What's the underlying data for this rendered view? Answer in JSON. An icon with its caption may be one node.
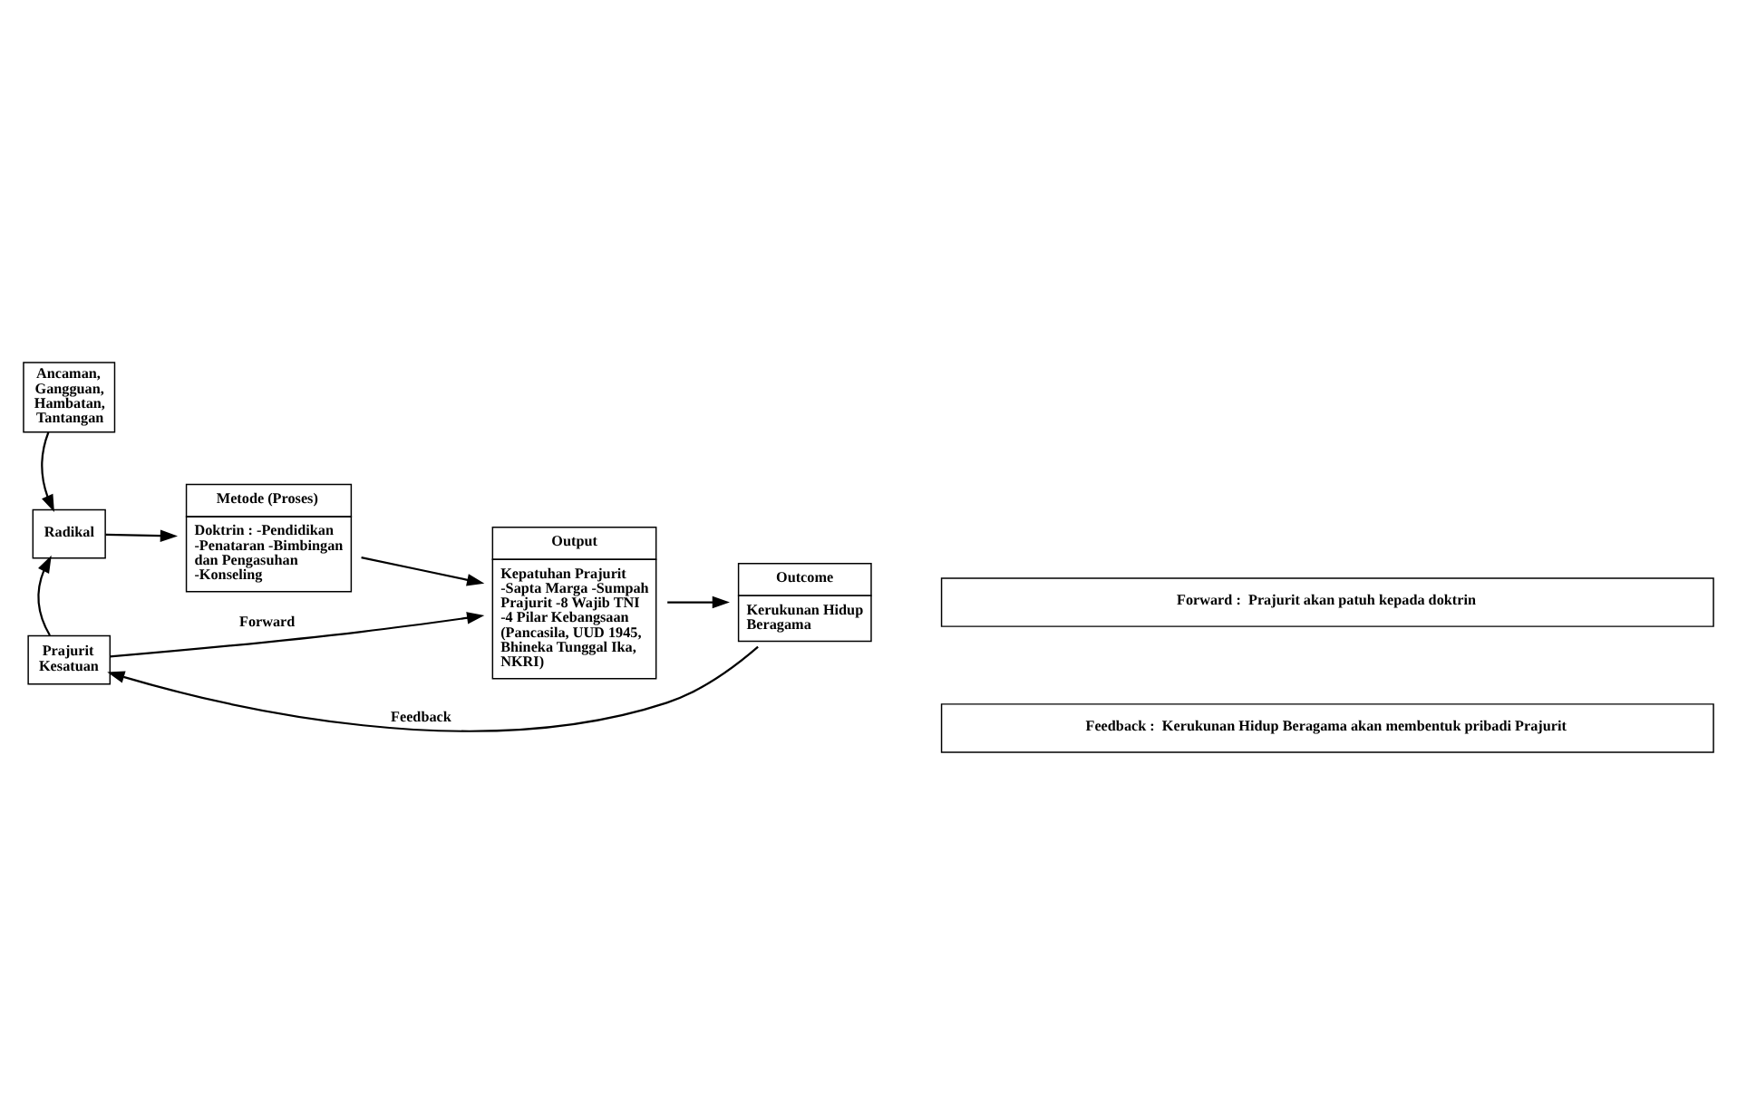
{
  "diagram": {
    "nodes": [
      {
        "text": [
          "Ancaman, Gangguan, Hambatan, Tantangan"
        ]
      },
      {
        "text": [
          "Radikal"
        ]
      },
      {
        "text": [
          "Prajurit Kesatuan"
        ]
      },
      {
        "text": [
          "Metode (Proses)",
          "Doktrin : -Pendidikan -Penataran -Bimbingan dan Pengasuhan -Konseling"
        ]
      },
      {
        "text": [
          "Output",
          "Kepatuhan Prajurit -Sapta Marga -Sumpah Prajurit -8 Wajib TNI -4 Pilar Kebangsaan (Pancasila, UUD 1945, Bhineka Tunggal Ika, NKRI)"
        ]
      },
      {
        "text": [
          "Outcome",
          "Kerukunan Hidup Beragama"
        ]
      },
      {
        "text": [
          "Forward :  Prajurit akan patuh kepada doktrin"
        ]
      },
      {
        "text": [
          "Feedback :  Kerukunan Hidup Beragama akan membentuk pribadi Prajurit"
        ]
      }
    ],
    "edges": [
      {
        "from": 0,
        "to": 1,
        "arrow": "to"
      },
      {
        "from": 2,
        "to": 1,
        "arrow": "to"
      },
      {
        "from": 1,
        "to": 3,
        "arrow": "to"
      },
      {
        "from": 3,
        "to": 4,
        "arrow": "to"
      },
      {
        "from": 4,
        "to": 5,
        "arrow": "to"
      },
      {
        "from": 2,
        "to": 4,
        "arrow": "to",
        "label": "Forward"
      },
      {
        "from": 5,
        "to": 2,
        "arrow": "to",
        "label": "Feedback"
      }
    ]
  }
}
